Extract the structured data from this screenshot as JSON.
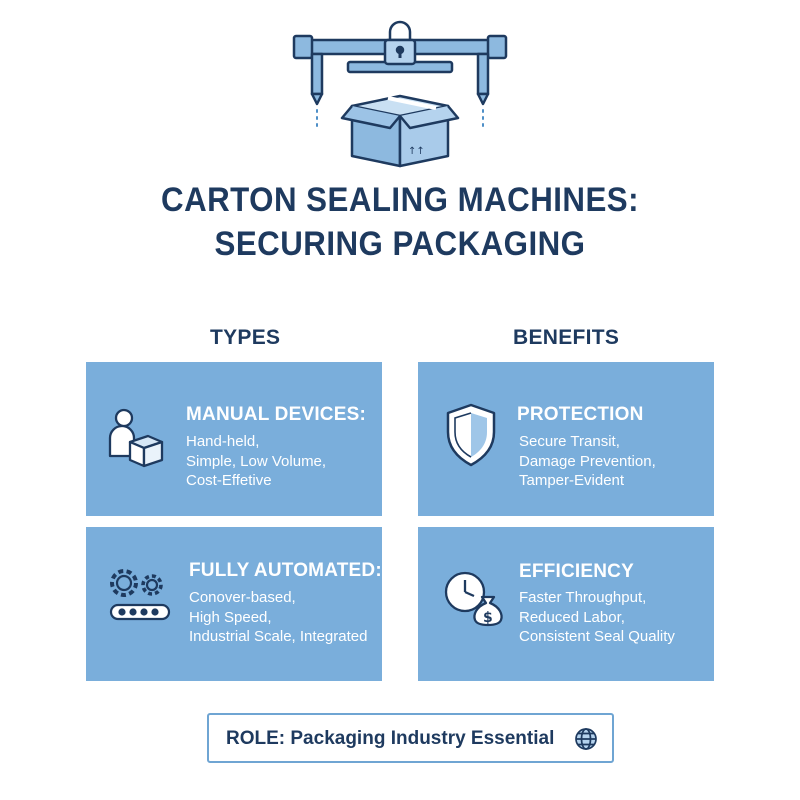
{
  "title": {
    "line1": "CARTON SEALING MACHINES:",
    "line2": "SECURING PACKAGING"
  },
  "types": {
    "heading": "TYPES",
    "cards": [
      {
        "icon": "worker-with-box-icon",
        "title": "MANUAL DEVICES:",
        "lines": [
          "Hand-held,",
          "Simple, Low Volume,",
          "Cost-Effetive"
        ]
      },
      {
        "icon": "gears-conveyor-icon",
        "title": "FULLY AUTOMATED:",
        "lines": [
          "Conover-based,",
          "High Speed,",
          "Industrial Scale, Integrated"
        ]
      }
    ]
  },
  "benefits": {
    "heading": "BENEFITS",
    "cards": [
      {
        "icon": "shield-icon",
        "title": "PROTECTION",
        "lines": [
          "Secure Transit,",
          "Damage Prevention,",
          "Tamper-Evident"
        ]
      },
      {
        "icon": "clock-money-bag-icon",
        "title": "EFFICIENCY",
        "lines": [
          "Faster Throughput,",
          "Reduced Labor,",
          "Consistent Seal Quality"
        ]
      }
    ]
  },
  "role": {
    "text": "ROLE: Packaging Industry Essential",
    "icon": "globe-icon"
  },
  "colors": {
    "title": "#1e3a5f",
    "card_bg": "#7aaedb",
    "card_text": "#ffffff",
    "accent": "#6fa5d3"
  }
}
